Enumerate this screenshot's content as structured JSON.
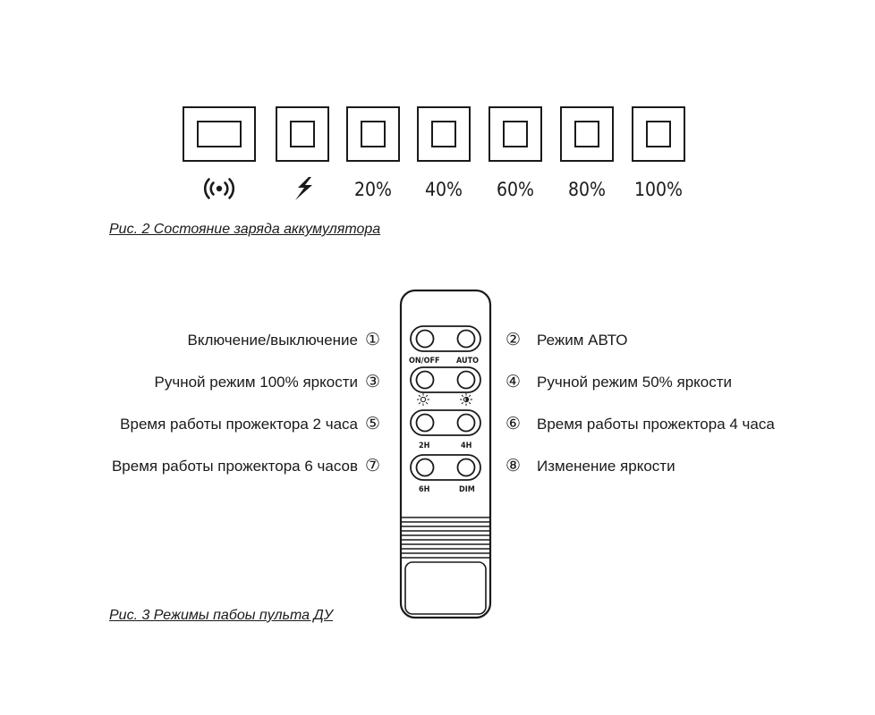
{
  "battery_indicator": {
    "states": [
      {
        "icon": "signal-icon",
        "label": ""
      },
      {
        "icon": "lightning-icon",
        "label": ""
      },
      {
        "icon": "",
        "label": "20%"
      },
      {
        "icon": "",
        "label": "40%"
      },
      {
        "icon": "",
        "label": "60%"
      },
      {
        "icon": "",
        "label": "80%"
      },
      {
        "icon": "",
        "label": "100%"
      }
    ],
    "caption": "Рис. 2 Состояние заряда аккумулятора"
  },
  "remote": {
    "buttons": {
      "on_off": "ON/OFF",
      "auto": "AUTO",
      "h2": "2H",
      "h4": "4H",
      "h6": "6H",
      "dim": "DIM"
    },
    "functions": [
      {
        "num": "①",
        "label": "Включение/выключение"
      },
      {
        "num": "②",
        "label": "Режим АВТО"
      },
      {
        "num": "③",
        "label": "Ручной режим 100% яркости"
      },
      {
        "num": "④",
        "label": "Ручной режим 50% яркости"
      },
      {
        "num": "⑤",
        "label": "Время работы прожектора 2 часа"
      },
      {
        "num": "⑥",
        "label": "Время работы прожектора 4 часа"
      },
      {
        "num": "⑦",
        "label": "Время работы прожектора 6 часов"
      },
      {
        "num": "⑧",
        "label": "Изменение яркости"
      }
    ],
    "caption": "Рис. 3 Режимы пабоы пульта ДУ"
  },
  "colors": {
    "line": "#1a1a1a",
    "background": "#ffffff"
  }
}
